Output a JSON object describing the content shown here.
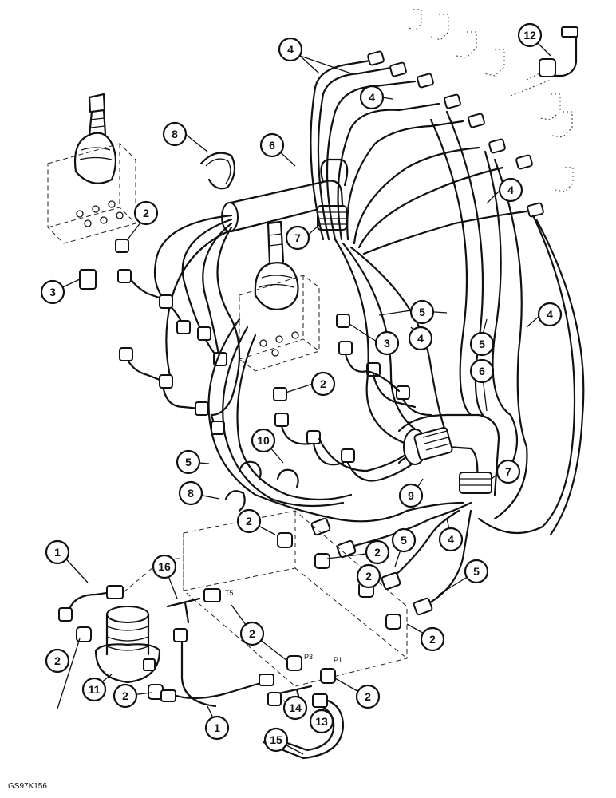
{
  "figure_code": "GS97K156",
  "port_labels": [
    "T5",
    "P3",
    "P1"
  ],
  "callouts": [
    "1",
    "2",
    "3",
    "4",
    "5",
    "6",
    "7",
    "8",
    "9",
    "10",
    "11",
    "12",
    "13",
    "14",
    "15",
    "16"
  ]
}
